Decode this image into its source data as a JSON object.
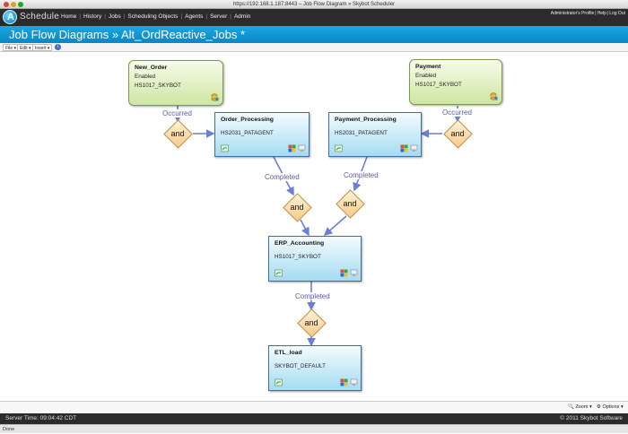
{
  "window": {
    "title": "https://192.168.1.187:8443 – Job Flow Diagram » Skybot Scheduler"
  },
  "header": {
    "logo_text": "Schedule",
    "nav": [
      {
        "label": "Home"
      },
      {
        "label": "History"
      },
      {
        "label": "Jobs"
      },
      {
        "label": "Scheduling Objects"
      },
      {
        "label": "Agents"
      },
      {
        "label": "Server"
      },
      {
        "label": "Admin"
      }
    ],
    "user_links": [
      "Administrator's Profile",
      "Help",
      "Log Out"
    ]
  },
  "page": {
    "title": "Job Flow Diagrams » Alt_OrdReactive_Jobs *"
  },
  "toolbar": {
    "file": "File",
    "edit": "Edit",
    "insert": "Insert",
    "info_icon": "info-icon"
  },
  "nodes": {
    "new_order": {
      "name": "New_Order",
      "status": "Enabled",
      "agent": "HS1017_SKYBOT"
    },
    "payment": {
      "name": "Payment",
      "status": "Enabled",
      "agent": "HS1017_SKYBOT"
    },
    "order_processing": {
      "name": "Order_Processing",
      "agent": "HS2031_PATAGENT"
    },
    "payment_processing": {
      "name": "Payment_Processing",
      "agent": "HS2031_PATAGENT"
    },
    "erp_accounting": {
      "name": "ERP_Accounting",
      "agent": "HS1017_SKYBOT"
    },
    "etl_load": {
      "name": "ETL_load",
      "agent": "SKYBOT_DEFAULT"
    }
  },
  "gates": [
    "and",
    "and",
    "and",
    "and",
    "and"
  ],
  "edge_labels": {
    "occurred_left": "Occurred",
    "occurred_right": "Occurred",
    "completed_left": "Completed",
    "completed_right": "Completed",
    "completed_bottom": "Completed"
  },
  "bottom_tools": {
    "zoom": "Zoom",
    "options": "Options"
  },
  "footer": {
    "server_time": "Server Time: 09:04:42 CDT",
    "copyright": "© 2011 Skybot Software"
  },
  "statusbar": {
    "text": "Done"
  },
  "colors": {
    "accent": "#0a86c6",
    "edge": "#6a7fd6",
    "trigger": "#cfe6a3",
    "job": "#a4dcf2"
  }
}
